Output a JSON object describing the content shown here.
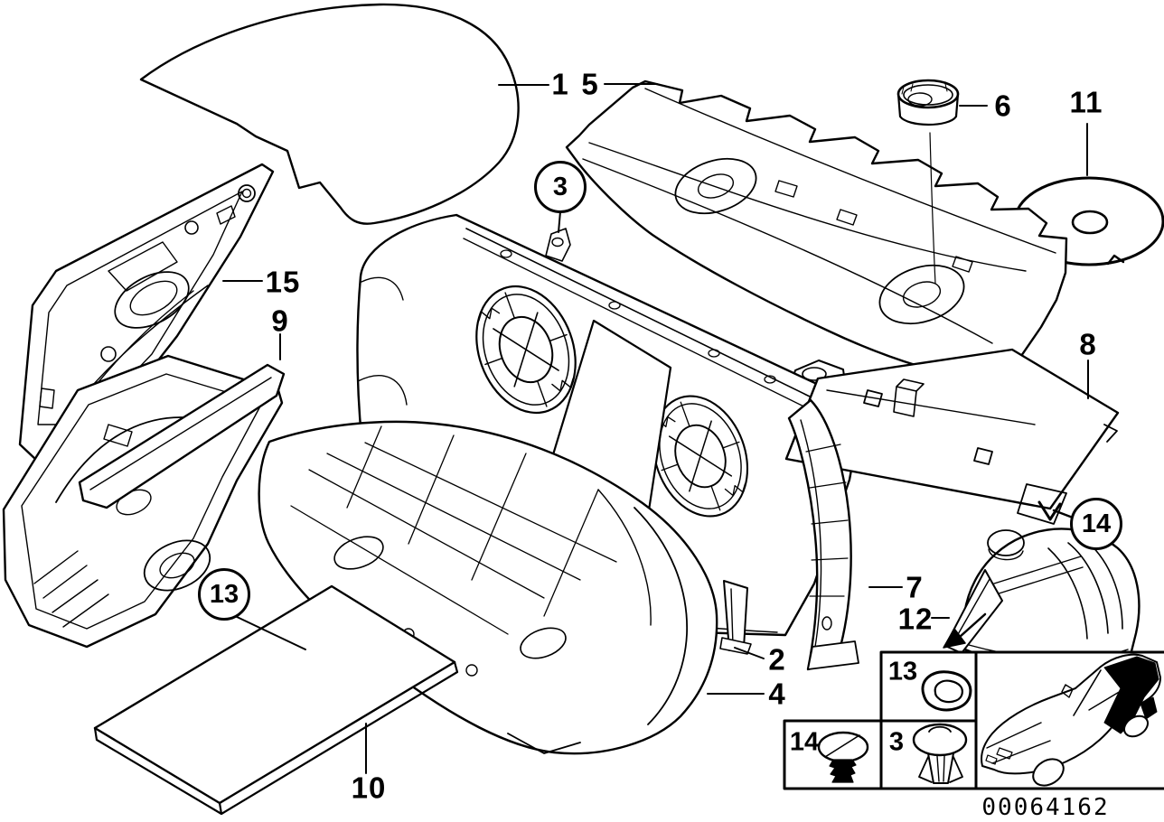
{
  "page": {
    "background": "#ffffff",
    "ink": "#000000",
    "diagram_number": "00064162"
  },
  "callouts": {
    "trunk_lid": {
      "text": "1",
      "circled": false
    },
    "parcel_shelf": {
      "text": "5",
      "circled": false
    },
    "grommet": {
      "text": "6",
      "circled": false
    },
    "insulation_disc": {
      "text": "11",
      "circled": false
    },
    "clip_hole": {
      "text": "3",
      "circled": true
    },
    "side_panel": {
      "text": "15",
      "circled": false
    },
    "sill_strip": {
      "text": "9",
      "circled": false
    },
    "rear_sheet": {
      "text": "8",
      "circled": false
    },
    "arch_fastener": {
      "text": "14",
      "circled": true
    },
    "c_pillar": {
      "text": "7",
      "circled": false
    },
    "arch_flap": {
      "text": "12",
      "circled": false
    },
    "door_fastener": {
      "text": "13",
      "circled": true
    },
    "bracket": {
      "text": "2",
      "circled": false
    },
    "apron": {
      "text": "4",
      "circled": false
    },
    "floor_mat": {
      "text": "10",
      "circled": false
    }
  },
  "inset": {
    "cell_grommet_label": "13",
    "cell_rivet_label": "14",
    "cell_clip_label": "3",
    "glyphs": [
      "grommet-ring-icon",
      "blind-rivet-icon",
      "expansion-clip-icon"
    ],
    "car_thumbnail": "car-insulation-zones"
  }
}
